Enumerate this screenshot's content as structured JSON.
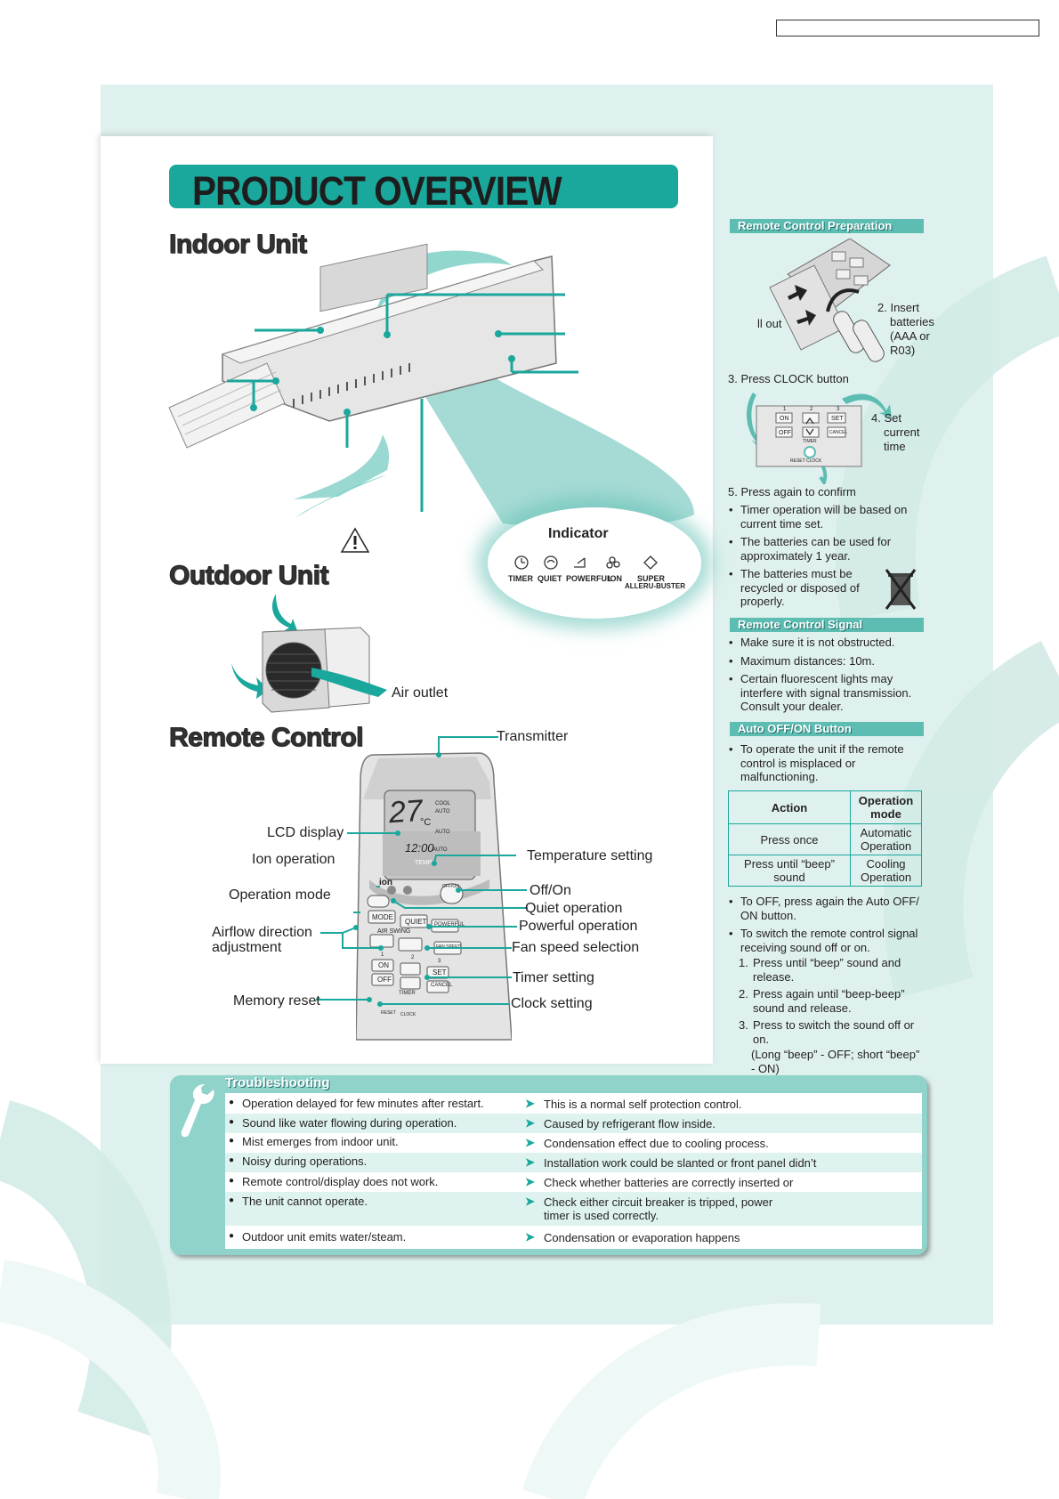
{
  "header": {
    "doc_code": ""
  },
  "page_title": "PRODUCT OVERVIEW",
  "sections": {
    "indoor": "Indoor Unit",
    "outdoor": "Outdoor Unit",
    "remote": "Remote Control"
  },
  "indicator": {
    "title": "Indicator",
    "items": [
      "TIMER",
      "QUIET",
      "POWERFUL",
      "ION",
      "SUPER",
      "ALLERU-BUSTER"
    ]
  },
  "outdoor_labels": {
    "air_outlet": "Air outlet"
  },
  "remote_labels": {
    "transmitter": "Transmitter",
    "lcd_display": "LCD display",
    "ion_operation": "Ion operation",
    "operation_mode": "Operation mode",
    "airflow_direction_1": "Airflow direction",
    "airflow_direction_2": "adjustment",
    "memory_reset": "Memory reset",
    "temperature_setting": "Temperature setting",
    "off_on": "Off/On",
    "quiet_operation": "Quiet operation",
    "powerful_operation": "Powerful operation",
    "fan_speed_selection": "Fan speed selection",
    "timer_setting": "Timer setting",
    "clock_setting": "Clock setting"
  },
  "remote_buttons": {
    "lcd_temp": "27",
    "lcd_unit": "°C",
    "lcd_time": "12:00",
    "cool": "COOL",
    "auto1": "AUTO",
    "auto2": "AUTO",
    "auto3": "AUTO",
    "temp": "TEMP",
    "ion": "ion",
    "offon": "OFF/ON",
    "mode": "MODE",
    "quiet": "QUIET",
    "powerful": "POWERFUL",
    "air_swing": "AIR SWING",
    "fan_speed": "FAN SPEED",
    "on": "ON",
    "off": "OFF",
    "set": "SET",
    "cancel": "CANCEL",
    "timer": "TIMER",
    "reset": "RESET",
    "clock": "CLOCK",
    "n1": "1",
    "n2": "2",
    "n3": "3"
  },
  "sidebar": {
    "prep": {
      "title": "Remote Control Preparation",
      "pull_out": "ll out",
      "insert": [
        "2. Insert",
        "batteries",
        "(AAA or",
        "R03)"
      ],
      "press_clock": "3. Press CLOCK button",
      "set_time": [
        "4. Set",
        "current",
        "time"
      ],
      "mini_on": "ON",
      "mini_off": "OFF",
      "mini_set": "SET",
      "mini_cancel": "CANCEL",
      "mini_timer": "TIMER",
      "mini_reset": "RESET",
      "mini_clock": "CLOCK",
      "mini_n1": "1",
      "mini_n2": "2",
      "mini_n3": "3",
      "confirm": "5. Press again to confirm",
      "bullets": [
        "Timer operation will be based on current time set.",
        "The batteries can be used for approximately 1 year.",
        "The batteries must be recycled or disposed of properly."
      ]
    },
    "signal": {
      "title": "Remote Control Signal",
      "bullets": [
        "Make sure it is not obstructed.",
        "Maximum distances: 10m.",
        "Certain fluorescent lights may interfere with signal transmission. Consult your dealer."
      ]
    },
    "auto_button": {
      "title": "Auto OFF/ON Button",
      "intro": "To operate the unit if the remote control is misplaced or malfunctioning.",
      "table": {
        "headers": [
          "Action",
          "Operation mode"
        ],
        "rows": [
          [
            "Press once",
            "Automatic Operation"
          ],
          [
            "Press until “beep” sound",
            "Cooling Operation"
          ]
        ]
      },
      "bullets": [
        "To OFF, press again the Auto OFF/ ON button.",
        "To switch the remote control signal receiving sound off or on."
      ],
      "steps": [
        "Press until “beep” sound and release.",
        "Press again until “beep-beep” sound and release.",
        "Press to switch the sound off or on."
      ],
      "note": "(Long “beep” - OFF; short “beep” - ON)"
    }
  },
  "troubleshooting": {
    "title": "Troubleshooting",
    "rows": [
      {
        "issue": "Operation delayed for few minutes after restart.",
        "answer": "This is a normal self protection control."
      },
      {
        "issue": "Sound like water flowing during operation.",
        "answer": "Caused by refrigerant flow inside."
      },
      {
        "issue": "Mist emerges from indoor unit.",
        "answer": "Condensation effect due to cooling process."
      },
      {
        "issue": "Noisy during operations.",
        "answer": "Installation work could be slanted or front panel didn’t"
      },
      {
        "issue": "Remote control/display does not work.",
        "answer": "Check whether batteries are correctly inserted or"
      },
      {
        "issue": "The unit cannot operate.",
        "answer": "Check either circuit breaker is tripped, power timer is used correctly."
      },
      {
        "issue": "Outdoor unit emits water/steam.",
        "answer": "Condensation or evaporation happens"
      }
    ]
  },
  "colors": {
    "teal": "#1aa79c",
    "mint": "#dff1ee",
    "light_teal": "#5dbdb3"
  }
}
